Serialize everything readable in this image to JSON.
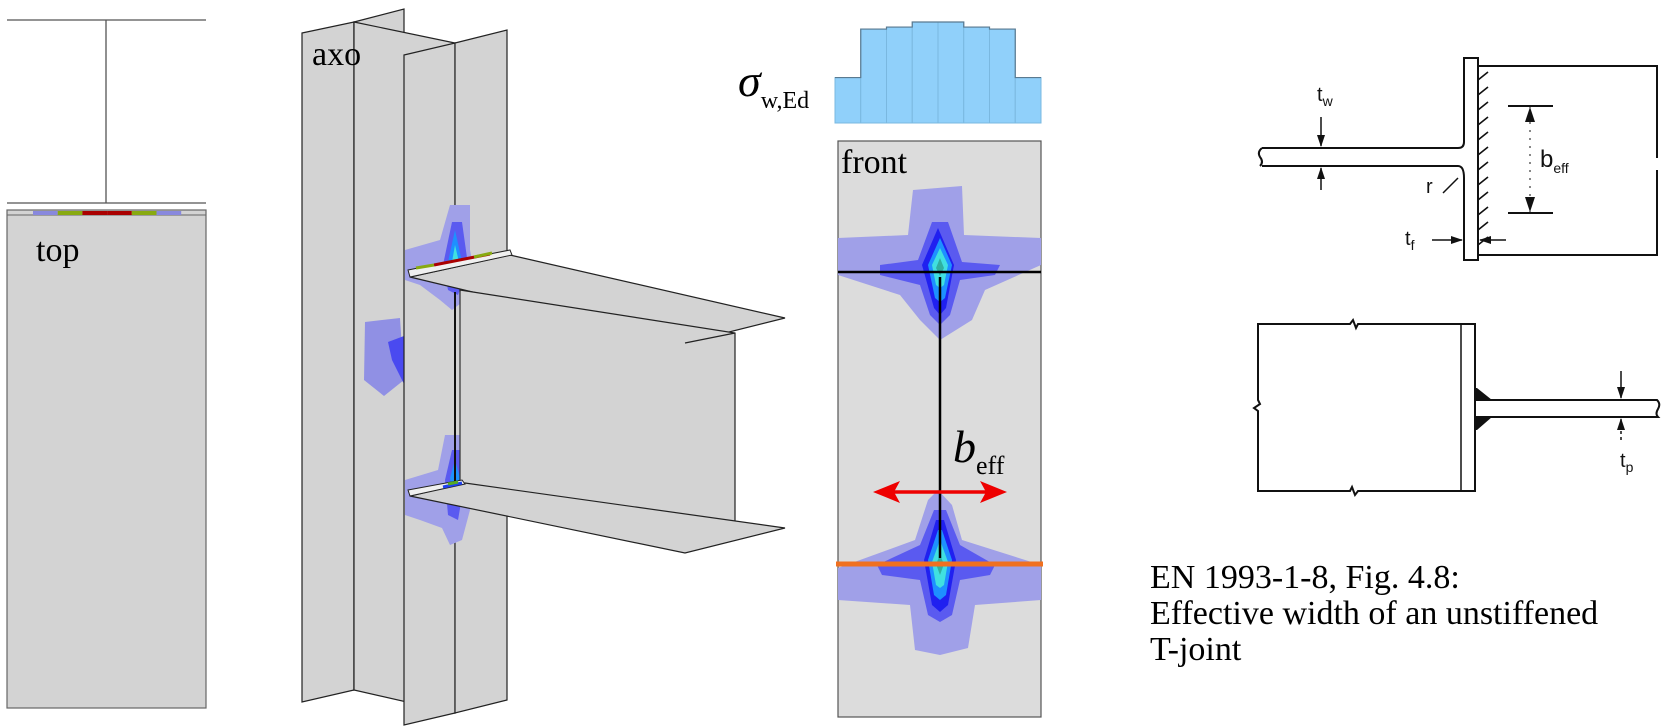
{
  "views": {
    "top": {
      "label": "top"
    },
    "axo": {
      "label": "axo"
    },
    "front": {
      "label": "front"
    }
  },
  "stress_diagram": {
    "symbol": "σ",
    "subscript": "w,Ed",
    "relative_values": [
      0.45,
      0.93,
      0.95,
      1.0,
      1.0,
      0.95,
      0.93,
      0.45
    ]
  },
  "effective_width": {
    "symbol": "b",
    "subscript": "eff"
  },
  "top_view_bands": [
    "#8888dd",
    "#88aa11",
    "#aa0000",
    "#aa0000",
    "#88aa11",
    "#8888dd"
  ],
  "contour_colors": {
    "level1": "#a0a0e8",
    "level2": "#5a5af0",
    "level3": "#2020f0",
    "level4": "#1e90ff",
    "level5": "#40e0e0",
    "level6": "#30b0a0",
    "stress_bar": "#90d0fa",
    "arrow": "#ee0000",
    "flange_line": "#f07020",
    "plate": "#d3d3d3"
  },
  "reference_figure": {
    "labels": {
      "tw": "t",
      "tw_sub": "w",
      "r": "r",
      "tf": "t",
      "tf_sub": "f",
      "beff": "b",
      "beff_sub": "eff",
      "tp": "t",
      "tp_sub": "p"
    },
    "caption_lines": [
      "EN 1993-1-8, Fig. 4.8:",
      "Effective width of an unstiffened",
      "T-joint"
    ]
  }
}
